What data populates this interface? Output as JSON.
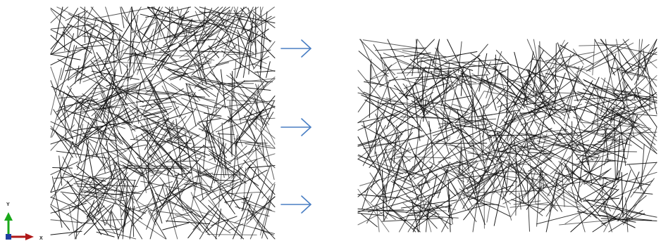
{
  "figure": {
    "panels": [
      {
        "name": "initial-fiber-network",
        "state": "undeformed"
      },
      {
        "name": "deformed-fiber-network",
        "state": "stretched along x"
      }
    ],
    "arrow_count": 3,
    "arrow_color": "#4a7fc4",
    "fiber_color": "#111111"
  },
  "triad": {
    "y_label": "Y",
    "x_label": "X",
    "y_color": "#1aa81a",
    "x_color": "#b01818",
    "origin_color": "#1f3fa0"
  }
}
